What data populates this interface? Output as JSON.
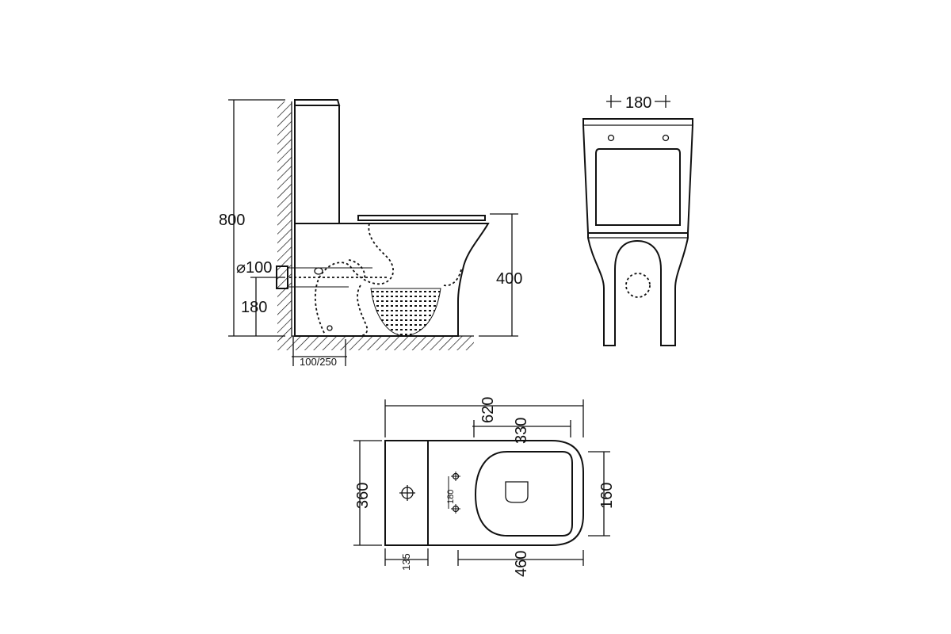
{
  "dimensions": {
    "height_total": "800",
    "pipe_diameter": "⌀100",
    "outlet_height": "180",
    "seat_height": "400",
    "roughin": "100/250",
    "hole_spacing_front": "180",
    "total_length": "620",
    "bowl_length": "330",
    "width": "360",
    "seat_width": "160",
    "tank_depth": "135",
    "pan_length": "460",
    "hole_spacing_top": "180"
  },
  "colors": {
    "line": "#111111",
    "background": "#ffffff"
  }
}
